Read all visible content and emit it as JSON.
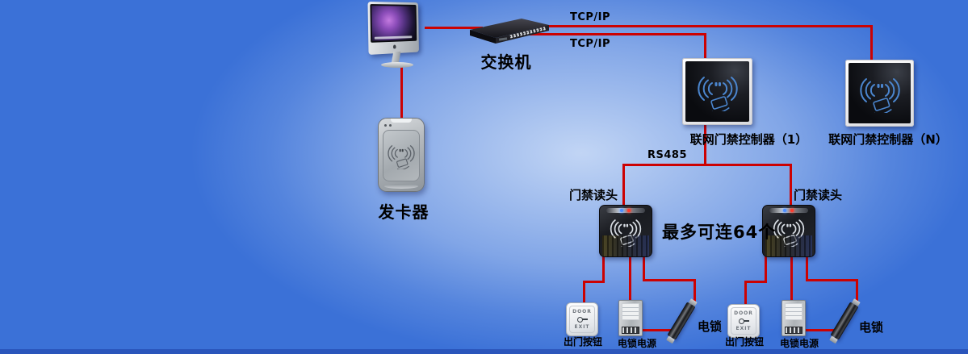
{
  "colors": {
    "background": "#3b71d7",
    "background_highlight": "#e3eefc",
    "connection_line": "#cc0202",
    "label_text": "#000000",
    "controller_icon_stroke": "#4b86cf"
  },
  "labels": {
    "switch": "交换机",
    "card_issuer": "发卡器",
    "tcpip_top": "TCP/IP",
    "tcpip_bottom": "TCP/IP",
    "rs485": "RS485",
    "controller_1": "联网门禁控制器（1）",
    "controller_n": "联网门禁控制器（N）",
    "reader_1": "门禁读头",
    "reader_2": "门禁读头",
    "max_connect_note": "最多可连64个"
  },
  "door_set_1": {
    "exit_button": "出门按钮",
    "lock_power": "电锁电源",
    "lock": "电锁"
  },
  "door_set_2": {
    "exit_button": "出门按钮",
    "lock_power": "电锁电源",
    "lock": "电锁"
  },
  "exit_button_face": {
    "top": "DOOR",
    "bottom": "EXIT"
  },
  "icons": {
    "computer": "imac-computer",
    "network_switch": "rack-switch-ports",
    "rfid_wave": "rfid-arcs-card-swipe",
    "key": "door-key",
    "apple_logo": "apple-dot"
  }
}
